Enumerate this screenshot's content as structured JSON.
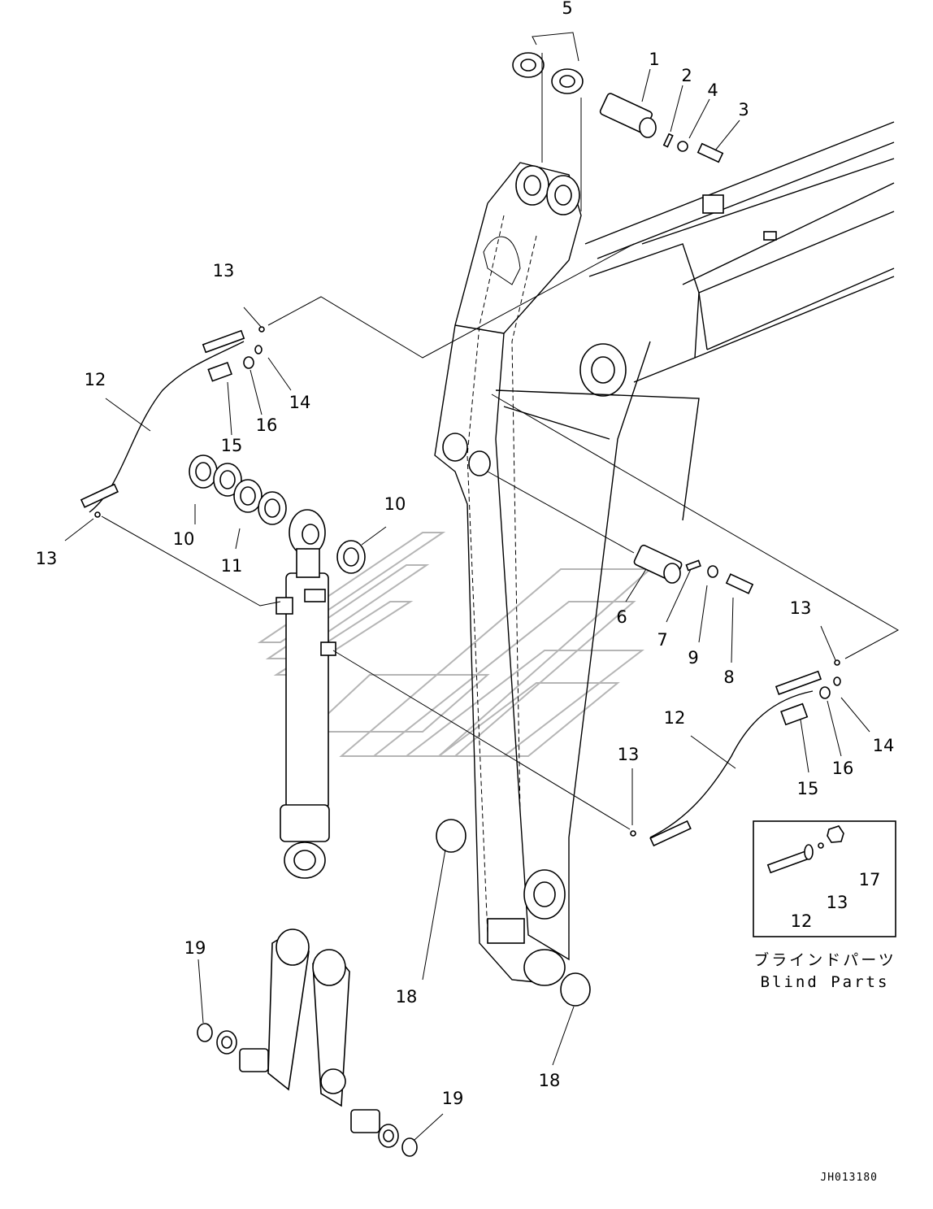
{
  "callouts": {
    "c1": "1",
    "c2": "2",
    "c3": "3",
    "c4": "4",
    "c5": "5",
    "c6": "6",
    "c7": "7",
    "c8": "8",
    "c9": "9",
    "c10a": "10",
    "c10b": "10",
    "c11": "11",
    "c12a": "12",
    "c12b": "12",
    "c12c": "12",
    "c13a": "13",
    "c13b": "13",
    "c13c": "13",
    "c13d": "13",
    "c13e": "13",
    "c14a": "14",
    "c14b": "14",
    "c15a": "15",
    "c15b": "15",
    "c16a": "16",
    "c16b": "16",
    "c17": "17",
    "c18a": "18",
    "c18b": "18",
    "c19a": "19",
    "c19b": "19"
  },
  "blind_parts": {
    "label_jp": "ブラインドパーツ",
    "label_en": "Blind Parts"
  },
  "drawing_code": "JH013180"
}
